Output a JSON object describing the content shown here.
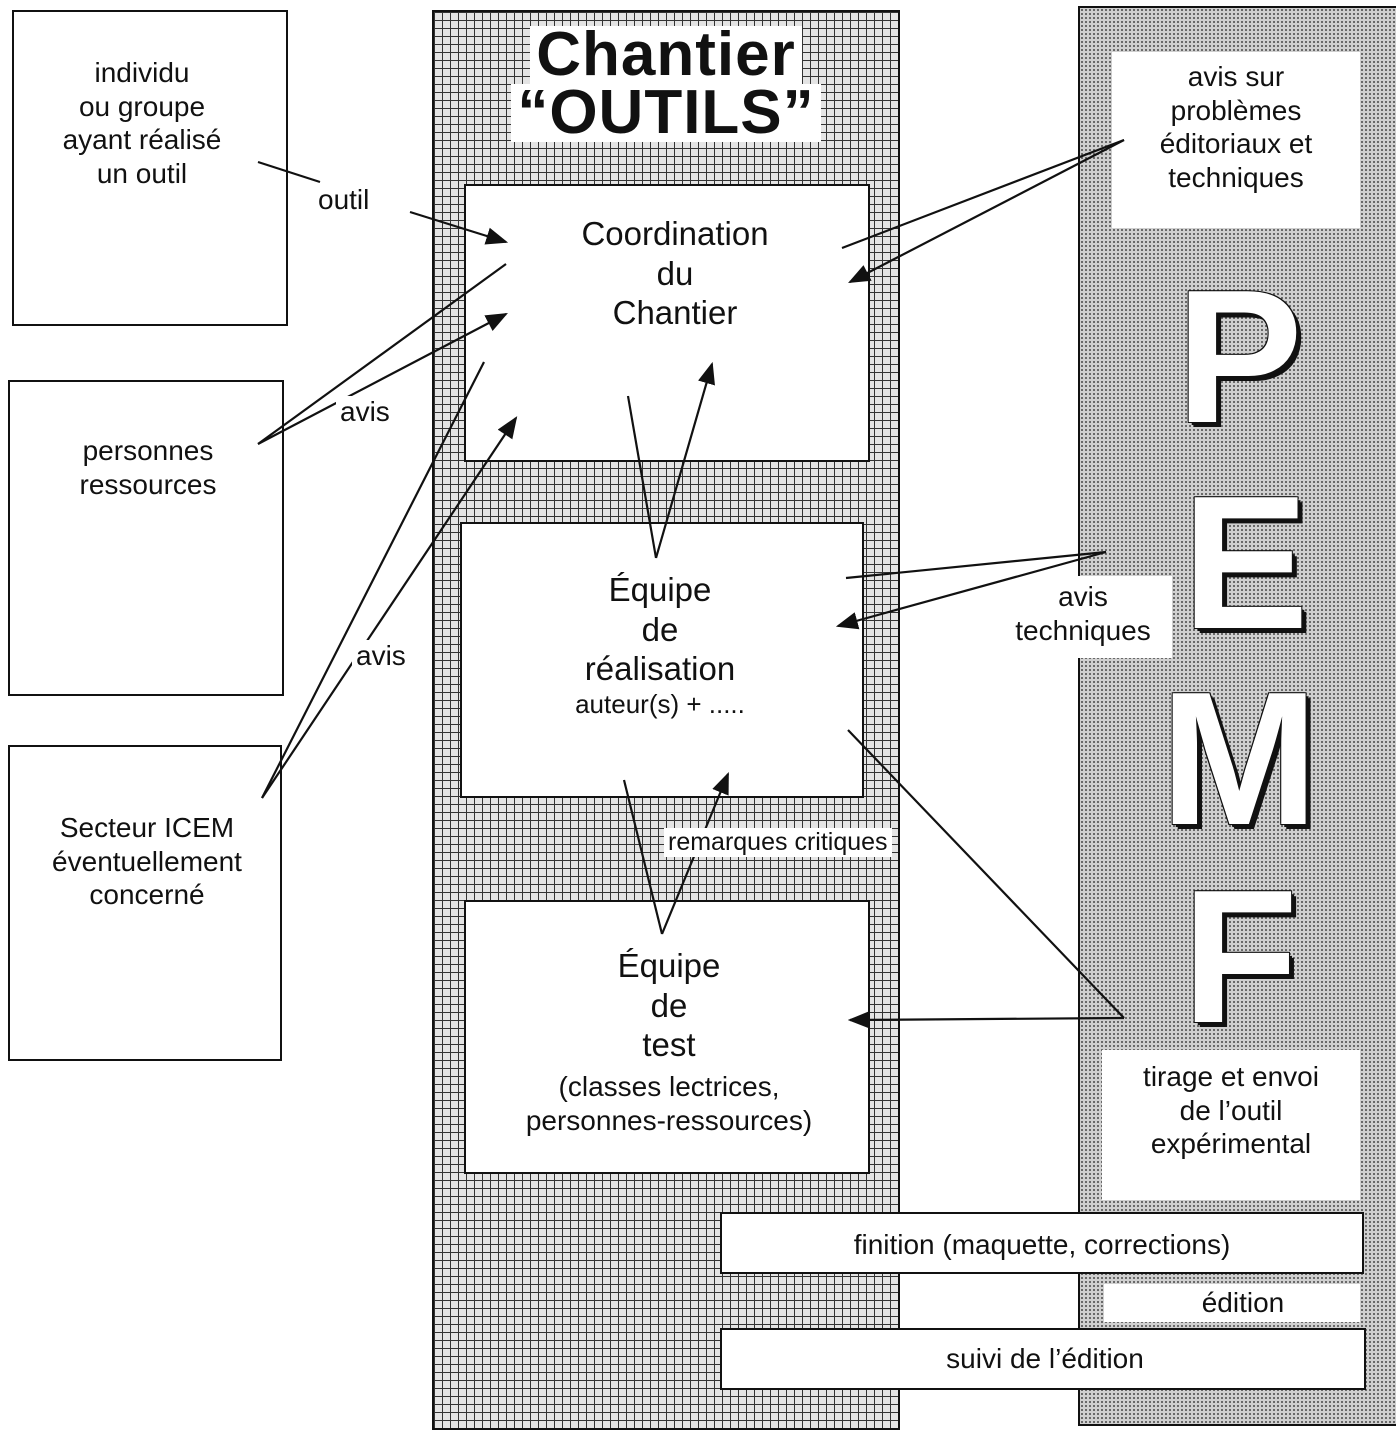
{
  "chantier": {
    "title_line1": "Chantier",
    "title_line2": "“OUTILS”"
  },
  "left": {
    "individu": [
      "individu",
      "ou groupe",
      "ayant réalisé",
      "un outil"
    ],
    "personnes": [
      "personnes",
      "ressources"
    ],
    "secteur": [
      "Secteur ICEM",
      "éventuellement",
      "concerné"
    ]
  },
  "center": {
    "coordination": [
      "Coordination",
      "du",
      "Chantier"
    ],
    "realisation": [
      "Équipe",
      "de",
      "réalisation"
    ],
    "realisation_sub": "auteur(s) + .....",
    "test": [
      "Équipe",
      "de",
      "test"
    ],
    "test_sub": [
      "(classes lectrices,",
      "personnes-ressources)"
    ]
  },
  "right": {
    "avis_problemes": [
      "avis sur",
      "problèmes",
      "éditoriaux et",
      "techniques"
    ],
    "avis_techniques": [
      "avis",
      "techniques"
    ],
    "tirage": [
      "tirage et envoi",
      "de l’outil",
      "expérimental"
    ],
    "finition": "finition (maquette, corrections)",
    "edition": "édition",
    "suivi": "suivi de l’édition",
    "pemf": [
      "P",
      "E",
      "M",
      "F"
    ]
  },
  "labels": {
    "outil": "outil",
    "avis1": "avis",
    "avis2": "avis",
    "remarques": "remarques critiques"
  }
}
